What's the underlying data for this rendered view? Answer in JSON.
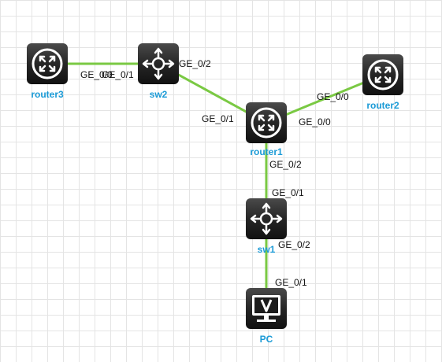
{
  "nodes": [
    {
      "id": "router3",
      "label": "router3",
      "kind": "router",
      "icon": "router-icon"
    },
    {
      "id": "sw2",
      "label": "sw2",
      "kind": "switch",
      "icon": "switch-icon"
    },
    {
      "id": "router2",
      "label": "router2",
      "kind": "router",
      "icon": "router-icon"
    },
    {
      "id": "router1",
      "label": "router1",
      "kind": "router",
      "icon": "router-icon"
    },
    {
      "id": "sw1",
      "label": "sw1",
      "kind": "switch",
      "icon": "switch-icon"
    },
    {
      "id": "PC",
      "label": "PC",
      "kind": "pc",
      "icon": "pc-monitor-icon"
    }
  ],
  "links": [
    {
      "from": "router3",
      "to": "sw2",
      "ports": [
        "GE_0/0",
        "GE_0/1"
      ]
    },
    {
      "from": "sw2",
      "to": "router1",
      "ports": [
        "GE_0/2",
        "GE_0/1"
      ]
    },
    {
      "from": "router1",
      "to": "router2",
      "ports": [
        "GE_0/0",
        "GE_0/0"
      ]
    },
    {
      "from": "router1",
      "to": "sw1",
      "ports": [
        "GE_0/2",
        "GE_0/1"
      ]
    },
    {
      "from": "sw1",
      "to": "PC",
      "ports": [
        "GE_0/2",
        "GE_0/1"
      ]
    }
  ],
  "colors": {
    "link": "#7ac943",
    "label": "#1a9ad6",
    "device": "#2a2a2a",
    "grid": "#e4e4e4"
  }
}
